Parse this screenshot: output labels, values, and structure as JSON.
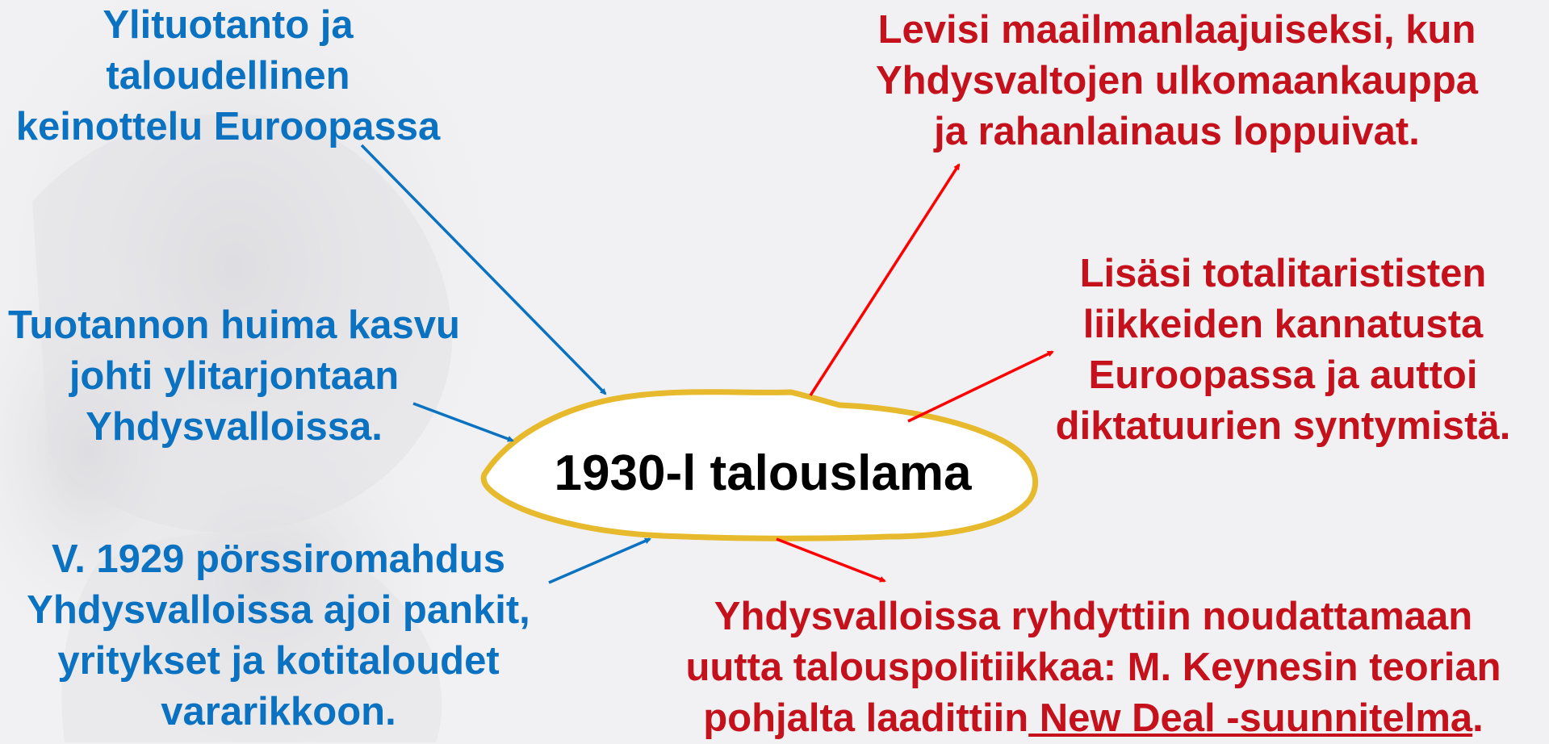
{
  "center": {
    "label": "1930-l talouslama"
  },
  "causes": [
    {
      "lines": [
        "Ylituotanto ja",
        "taloudellinen",
        "keinottelu Euroopassa"
      ]
    },
    {
      "lines": [
        "Tuotannon huima kasvu",
        "johti ylitarjontaan",
        "Yhdysvalloissa."
      ]
    },
    {
      "lines": [
        "V. 1929 pörssiromahdus",
        "Yhdysvalloissa ajoi pankit,",
        "yritykset ja kotitaloudet",
        "vararikkoon."
      ]
    }
  ],
  "consequences": [
    {
      "lines": [
        "Levisi maailmanlaajuiseksi, kun",
        "Yhdysvaltojen ulkomaankauppa",
        "ja rahanlainaus loppuivat."
      ]
    },
    {
      "lines": [
        "Lisäsi totalitarististen",
        "liikkeiden kannatusta",
        "Euroopassa ja auttoi",
        "diktatuurien syntymistä."
      ]
    },
    {
      "lines": [
        "Yhdysvalloissa ryhdyttiin noudattamaan",
        "uutta talouspolitiikkaa: M. Keynesin teorian"
      ],
      "line3_prefix": "pohjalta laadittiin",
      "line3_link": " New Deal -suunnitelma",
      "line3_suffix": "."
    }
  ],
  "colors": {
    "cause": "#0b72c1",
    "consequence": "#c5111b",
    "ellipse_stroke": "#e7b92c",
    "arrow_red": "#ff0000",
    "arrow_blue": "#0b72c1"
  }
}
